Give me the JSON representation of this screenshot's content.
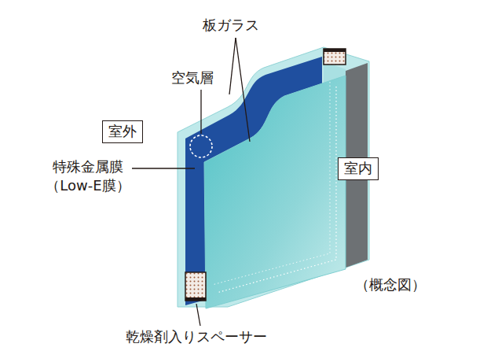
{
  "diagram": {
    "nodes": [
      {
        "text": [
          "室外"
        ]
      },
      {
        "text": [
          "室内"
        ]
      }
    ],
    "labels": [
      "板ガラス",
      "空気層",
      "特殊金属膜 （Low-E膜）",
      "（概念図）",
      "乾燥剤入りスペーサー"
    ]
  }
}
